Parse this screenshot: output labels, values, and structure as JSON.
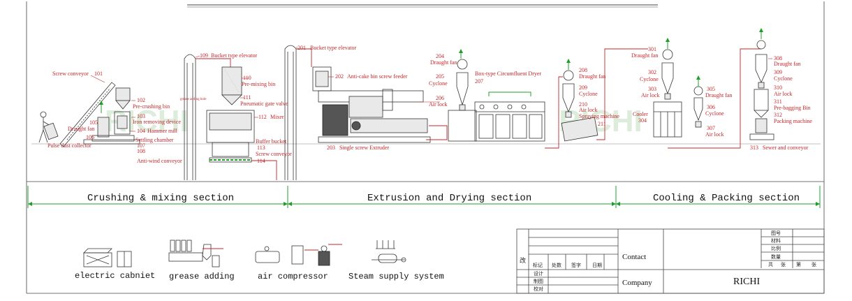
{
  "watermark": "RICHI",
  "labels": {
    "screw_conveyor": "Screw conveyor",
    "n101": "101",
    "n102": "102",
    "pre_crushing_bin": "Pre-crushing bin",
    "n103": "103",
    "iron_removing": "Iron removing device",
    "n104": "104",
    "hammer_mill": "Hammer mill",
    "n105": "105",
    "draught_fan_1": "Draught fan",
    "n106": "106",
    "pulse_dust": "Pulse dust collector",
    "settling": "Settling chamber",
    "n107": "107",
    "n108": "108",
    "anti_wind": "Anti-wind conveyor",
    "n109": "109",
    "bucket_elev_1": "Bucket type elevator",
    "n110": "110",
    "pre_mixing_bin": "Pre-mixing bin",
    "grease_adding_hole": "grease adding hole",
    "n111": "111",
    "pneumatic_gate": "Pneumatic gate valve",
    "n112": "112",
    "mixer": "Mixer",
    "buffer_bucket": "Buffer bucket",
    "n113": "113",
    "screw_conveyor_2": "Screw conveyor",
    "n114": "114",
    "n201": "201",
    "bucket_elev_2": "Bucket type elevator",
    "n202": "202",
    "anti_cake": "Anti-cake bin screw feeder",
    "n203": "203",
    "single_screw": "Single screw Extruder",
    "n204": "204",
    "draught_fan_2": "Draught fan",
    "n205": "205",
    "cyclone_1": "Cyclone",
    "n206": "206",
    "air_lock_1": "Air lock",
    "box_dryer": "Box-type Circumfluent Dryer",
    "n207": "207",
    "n208": "208",
    "draught_fan_3": "Draught fan",
    "n209": "209",
    "cyclone_2": "Cyclone",
    "n210": "210",
    "air_lock_2": "Air lock",
    "spraying": "Spraying machine",
    "n211": "211",
    "draught_fan_4": "Draught fan",
    "n301": "301",
    "n302": "302",
    "cyclone_3": "Cyclone",
    "n303": "303",
    "air_lock_3": "Air lock",
    "cooler": "Cooler",
    "n304": "304",
    "n305": "305",
    "draught_fan_5": "Draught fan",
    "n306": "306",
    "cyclone_4": "Cyclone",
    "n307": "307",
    "air_lock_4": "Air lock",
    "n308": "308",
    "draught_fan_6": "Draught fan",
    "n309": "309",
    "cyclone_5": "Cyclone",
    "n310": "310",
    "air_lock_5": "Air lock",
    "n311": "311",
    "pre_bagging": "Pre-bagging Bin",
    "n312": "312",
    "packing_machine": "Packing machine",
    "n313": "313",
    "sewer_conveyor": "Sewer and conveyor"
  },
  "sections": {
    "crushing": "Crushing & mixing section",
    "extrusion": "Extrusion and Drying section",
    "cooling": "Cooling & Packing section"
  },
  "auxiliary": {
    "electric": "electric cabniet",
    "grease": "grease adding",
    "air": "air compressor",
    "steam": "Steam supply system"
  },
  "title_block": {
    "gai": "改",
    "biaoji": "标记",
    "chushu": "处数",
    "qianzi": "签字",
    "riqi": "日期",
    "sheji": "设计",
    "zhitu": "制图",
    "jiaodui": "校对",
    "contact": "Contact",
    "company": "Company",
    "company_name": "RICHI",
    "tuhao": "图号",
    "cailiao": "材料",
    "bili": "比例",
    "shuliang": "数量",
    "gong": "共",
    "zhang": "张",
    "di": "第",
    "zhang2": "张"
  },
  "colors": {
    "label_red": "#c2262b",
    "dimension_green": "#1f9d2a",
    "watermark_green": "#9ccc9c"
  }
}
